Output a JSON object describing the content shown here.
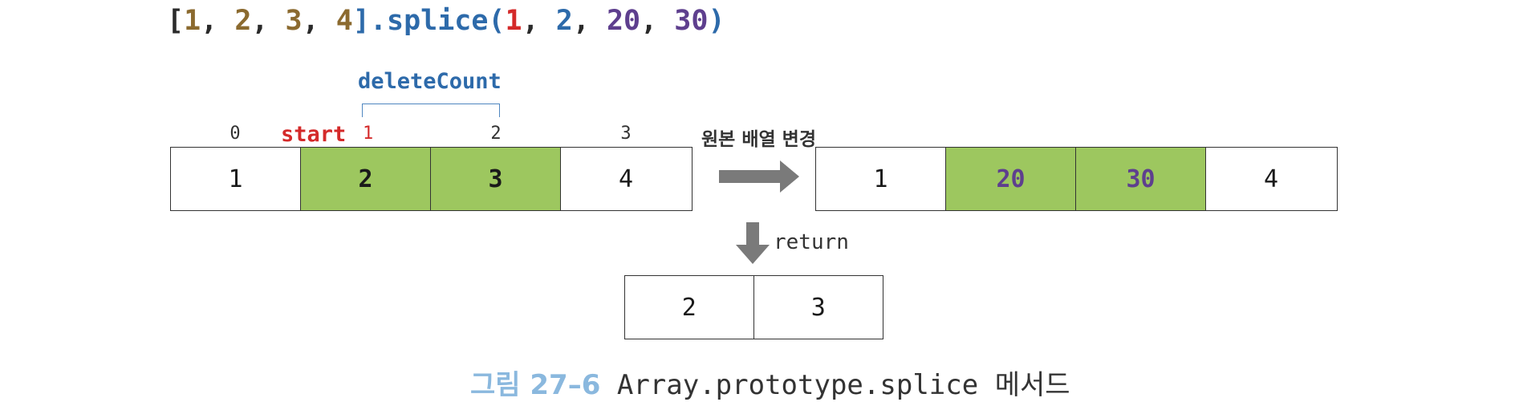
{
  "code": {
    "open_bracket": "[",
    "arr": [
      "1",
      "2",
      "3",
      "4"
    ],
    "comma": ", ",
    "close_method": "].splice(",
    "arg_start": "1",
    "arg_delete": "2",
    "arg_item1": "20",
    "arg_item2": "30",
    "close_paren": ")"
  },
  "labels": {
    "delete_count": "deleteCount",
    "start": "start",
    "change_original": "원본 배열 변경",
    "return": "return"
  },
  "indices": [
    "0",
    "1",
    "2",
    "3"
  ],
  "original_array": [
    "1",
    "2",
    "3",
    "4"
  ],
  "result_array": [
    "1",
    "20",
    "30",
    "4"
  ],
  "returned_array": [
    "2",
    "3"
  ],
  "colors": {
    "highlight": "#9dc75f",
    "start": "#d42a2a",
    "delete_count": "#2d6aaa",
    "inserted": "#5e3f8e",
    "arrow": "#7a7a7a"
  },
  "icons": {
    "change_arrow": "arrow-right-icon",
    "return_arrow": "arrow-down-icon"
  },
  "caption": {
    "prefix": "그림 27–6",
    "code": "Array.prototype.splice",
    "suffix": "메서드"
  }
}
